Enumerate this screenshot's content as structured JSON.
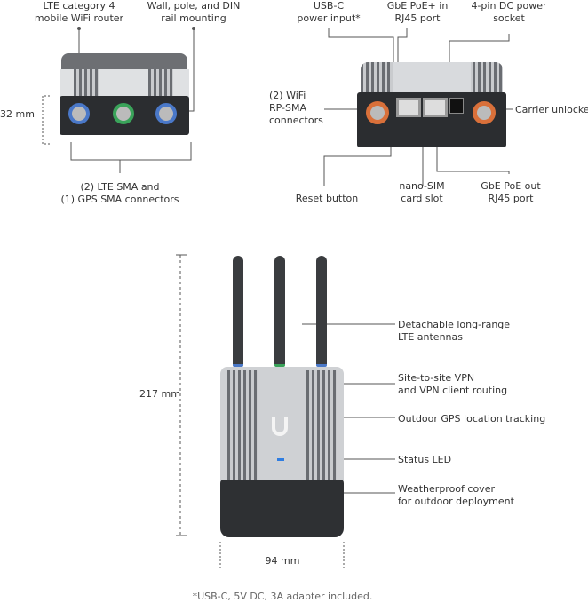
{
  "top_left": {
    "label_lte_router": [
      "LTE category 4",
      "mobile WiFi router"
    ],
    "label_mounting": [
      "Wall, pole, and DIN",
      "rail mounting"
    ],
    "label_height": "32 mm",
    "label_connectors": [
      "(2) LTE SMA and",
      "(1) GPS SMA connectors"
    ]
  },
  "top_right": {
    "label_usbc": [
      "USB-C",
      "power input*"
    ],
    "label_poe_in": [
      "GbE PoE+ in",
      "RJ45 port"
    ],
    "label_dc": [
      "4-pin DC power",
      "socket"
    ],
    "label_wifi": [
      "(2) WiFi",
      "RP-SMA",
      "connectors"
    ],
    "label_carrier": "Carrier unlocked",
    "label_reset": "Reset button",
    "label_sim": [
      "nano-SIM",
      "card slot"
    ],
    "label_poe_out": [
      "GbE PoE out",
      "RJ45 port"
    ]
  },
  "bottom": {
    "label_height": "217 mm",
    "label_width": "94 mm",
    "label_antennas": [
      "Detachable long-range",
      "LTE antennas"
    ],
    "label_vpn": [
      "Site-to-site VPN",
      "and VPN client routing"
    ],
    "label_gps": "Outdoor GPS location tracking",
    "label_led": "Status LED",
    "label_cover": [
      "Weatherproof cover",
      "for outdoor deployment"
    ]
  },
  "footnote": "*USB-C, 5V DC, 3A adapter included.",
  "colors": {
    "lte_ring": "#4a78c8",
    "gps_ring": "#3aa35a",
    "wifi_ring": "#d9703a",
    "led": "#2f7de1"
  }
}
